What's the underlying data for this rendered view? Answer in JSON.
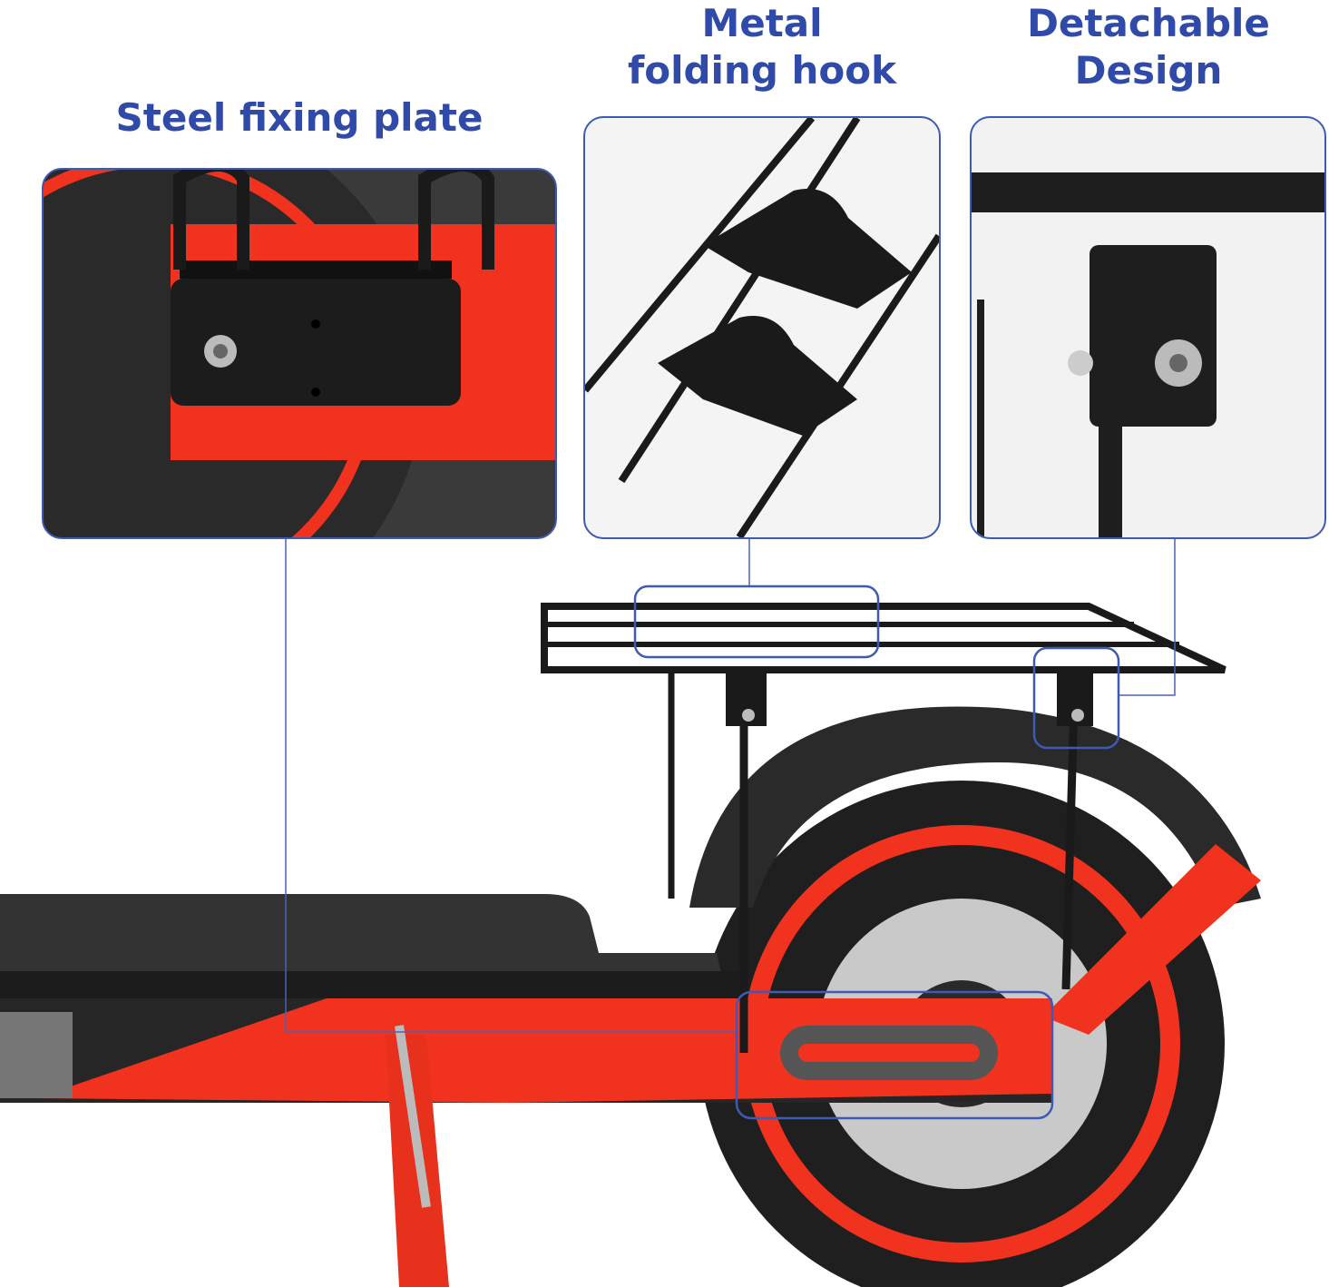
{
  "callouts": [
    {
      "title": "Steel fixing plate",
      "detail": "steel-fixing-plate-closeup"
    },
    {
      "title_line1": "Metal",
      "title_line2": "folding hook",
      "detail": "metal-folding-hook-closeup"
    },
    {
      "title_line1": "Detachable",
      "title_line2": "Design",
      "detail": "detachable-design-closeup"
    }
  ],
  "colors": {
    "label": "#2f4aa8",
    "frame": "#3d5bb5",
    "accent_red": "#f0321e",
    "metal": "#1e1e1e"
  }
}
